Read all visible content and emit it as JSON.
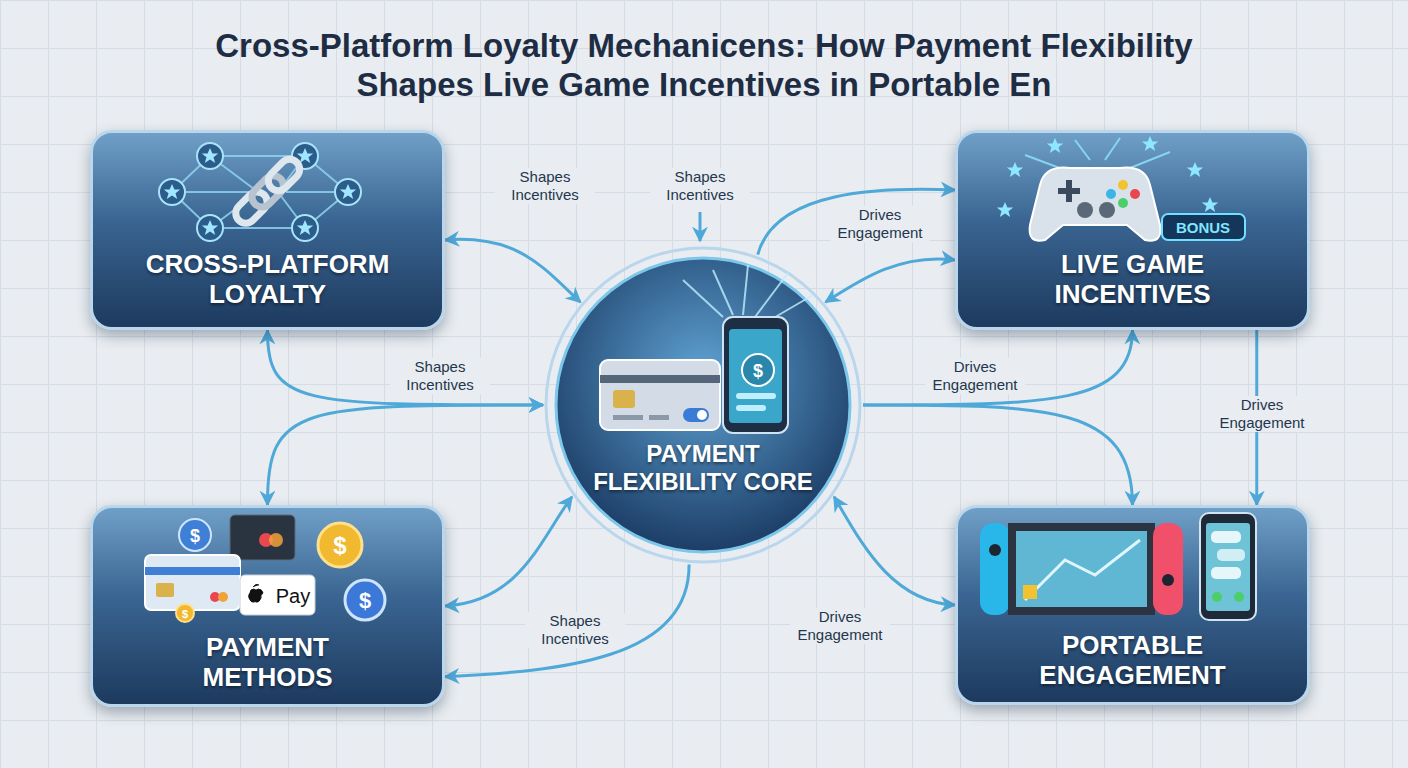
{
  "diagram": {
    "title": "Cross-Platform Loyalty Mechanicens: How Payment Flexibility Shapes Live Game Incentives in Portable En",
    "nodes": [
      {
        "text": [
          "CROSS-PLATFORM LOYALTY"
        ]
      },
      {
        "text": [
          "LIVE GAME INCENTIVES"
        ]
      },
      {
        "text": [
          "PAYMENT FLEXIBILITY CORE"
        ]
      },
      {
        "text": [
          "PAYMENT METHODS"
        ]
      },
      {
        "text": [
          "PORTABLE ENGAGEMENT"
        ]
      }
    ],
    "edges": [
      {
        "from": 0,
        "to": 2,
        "arrow": "both",
        "label": "Shapes Incentives"
      },
      {
        "from": 0,
        "to": 2,
        "arrow": "both",
        "label": "Shapes Incentives"
      },
      {
        "from": 3,
        "to": 2,
        "arrow": "both"
      },
      {
        "from": 3,
        "to": 2,
        "arrow": "both",
        "label": "Shapes Incentives"
      },
      {
        "from": 2,
        "to": 3,
        "arrow": "to"
      },
      {
        "from": 2,
        "to": 1,
        "arrow": "to",
        "label": "Drives Engagement"
      },
      {
        "from": 1,
        "to": 2,
        "arrow": "both"
      },
      {
        "from": 2,
        "to": 1,
        "arrow": "to",
        "label": "Drives Engagement"
      },
      {
        "from": 2,
        "to": 4,
        "arrow": "to"
      },
      {
        "from": 1,
        "to": 4,
        "arrow": "to",
        "label": "Drives Engagement"
      },
      {
        "from": 4,
        "to": 2,
        "arrow": "both",
        "label": "Drives Engagement"
      }
    ],
    "labels": [
      "Shapes Incentives",
      "BONUS",
      "$",
      "$",
      "$",
      "Pay",
      "$",
      "$"
    ]
  }
}
